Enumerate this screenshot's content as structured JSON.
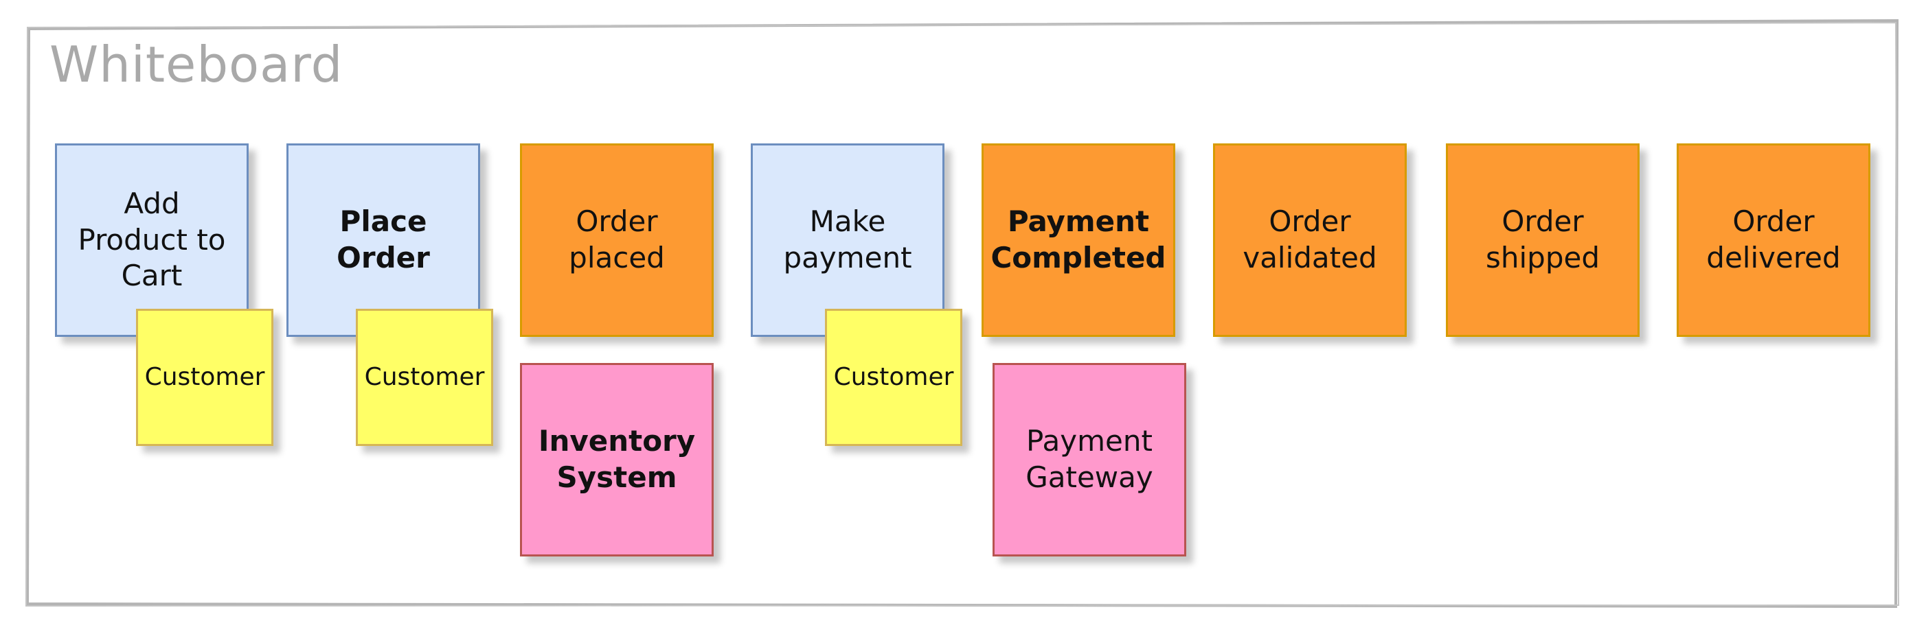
{
  "board": {
    "title": "Whiteboard"
  },
  "colors": {
    "frame": "#b4b4b4",
    "command": "#dae8fc",
    "command_border": "#6c8ebf",
    "event": "#fd9a32",
    "event_border": "#d79b00",
    "actor": "#ffff66",
    "actor_border": "#d6b656",
    "system": "#ff99cc",
    "system_border": "#b85450"
  },
  "notes": {
    "add_to_cart": "Add\nProduct to\nCart",
    "add_to_cart_actor": "Customer",
    "place_order": "Place\nOrder",
    "place_order_actor": "Customer",
    "order_placed": "Order\nplaced",
    "inventory_system": "Inventory\nSystem",
    "make_payment": "Make\npayment",
    "make_payment_actor": "Customer",
    "payment_completed": "Payment\nCompleted",
    "payment_gateway": "Payment\nGateway",
    "order_validated": "Order\nvalidated",
    "order_shipped": "Order\nshipped",
    "order_delivered": "Order\ndelivered"
  }
}
